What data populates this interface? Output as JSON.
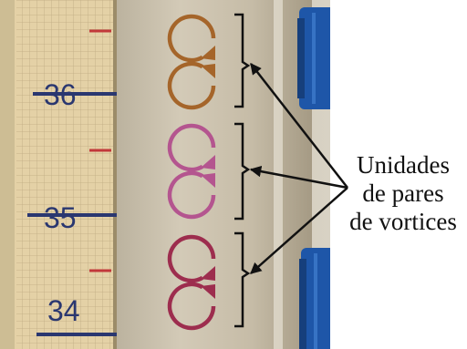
{
  "caption": {
    "lines": [
      "Unidades",
      "de pares",
      "de vortices"
    ]
  },
  "ruler": {
    "marks": [
      "36",
      "35",
      "34"
    ]
  },
  "vortex_pairs": [
    {
      "color": "#a5652a"
    },
    {
      "color": "#b4558f"
    },
    {
      "color": "#9d2d4e"
    }
  ],
  "colors": {
    "ruler_paper": "#e4d1a6",
    "ruler_grid": "#b8a47c",
    "ruler_ink": "#2a3770",
    "ruler_red_marks": "#c2383a",
    "tube_glass": "#c9c0ad",
    "connector_blue": "#1e56a8",
    "bracket_and_arrows": "#111111"
  }
}
